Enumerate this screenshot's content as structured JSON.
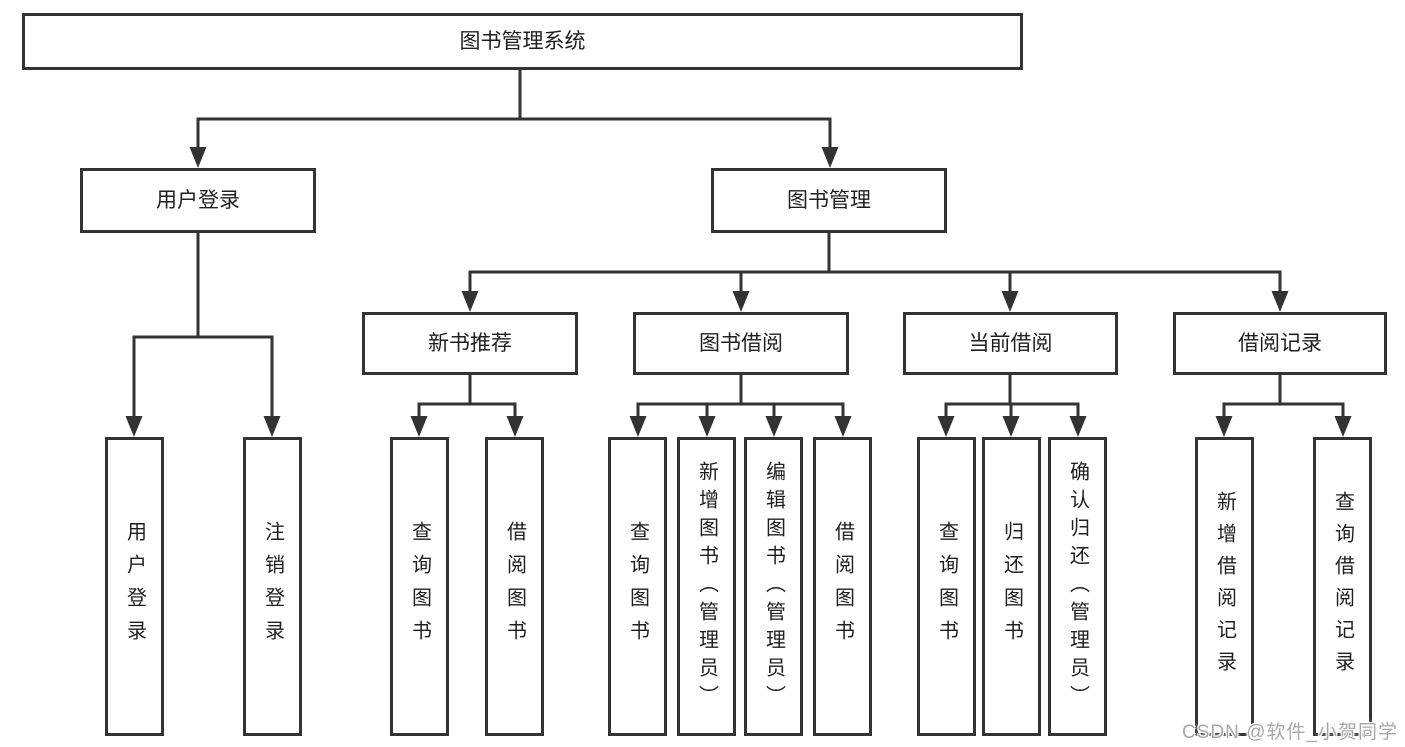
{
  "diagram": {
    "type": "tree",
    "title": "图书管理系统"
  },
  "tree": {
    "root": "图书管理系统",
    "children": [
      {
        "label": "用户登录",
        "children": [
          {
            "label": "用户登录"
          },
          {
            "label": "注销登录"
          }
        ]
      },
      {
        "label": "图书管理",
        "children": [
          {
            "label": "新书推荐",
            "children": [
              {
                "label": "查询图书"
              },
              {
                "label": "借阅图书"
              }
            ]
          },
          {
            "label": "图书借阅",
            "children": [
              {
                "label": "查询图书"
              },
              {
                "label": "新增图书（管理员）"
              },
              {
                "label": "编辑图书（管理员）"
              },
              {
                "label": "借阅图书"
              }
            ]
          },
          {
            "label": "当前借阅",
            "children": [
              {
                "label": "查询图书"
              },
              {
                "label": "归还图书"
              },
              {
                "label": "确认归还（管理员）"
              }
            ]
          },
          {
            "label": "借阅记录",
            "children": [
              {
                "label": "新增借阅记录"
              },
              {
                "label": "查询借阅记录"
              }
            ]
          }
        ]
      }
    ]
  },
  "watermark": {
    "text": "CSDN @软件_小贺同学"
  },
  "colors": {
    "line": "#333333",
    "text": "#1f1f1f",
    "watermark": "#a8a8a8",
    "background": "#ffffff"
  }
}
